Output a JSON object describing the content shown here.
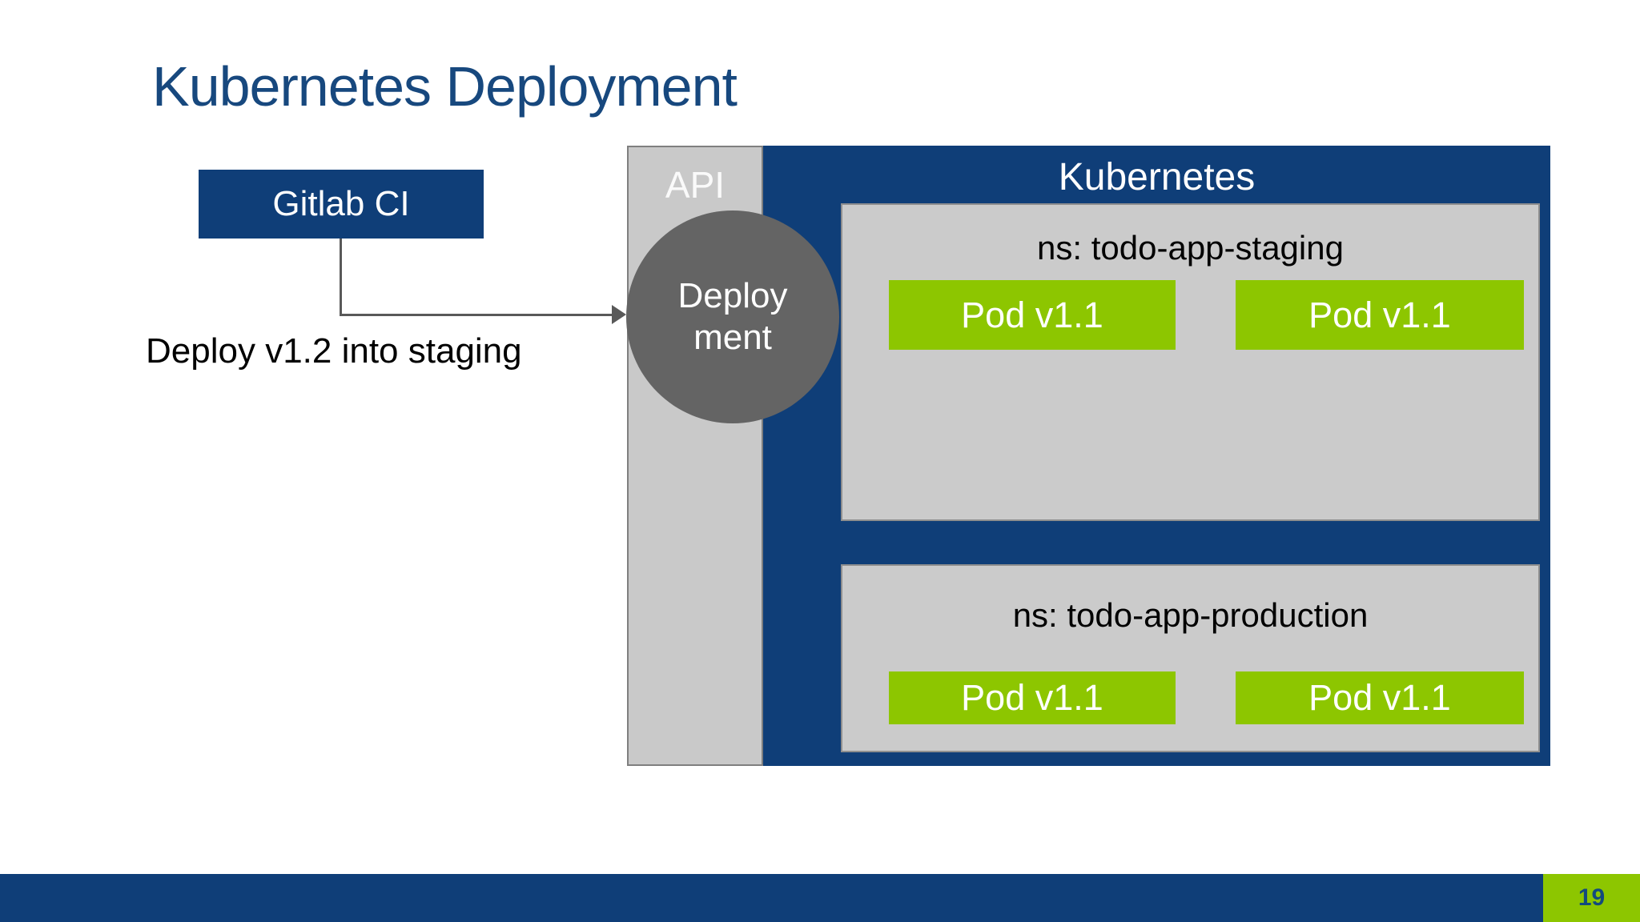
{
  "slide": {
    "title": "Kubernetes Deployment",
    "page_number": "19"
  },
  "diagram": {
    "gitlab_box": {
      "label": "Gitlab CI"
    },
    "deploy_note": "Deploy v1.2 into staging",
    "api_column": {
      "label": "API"
    },
    "deployment_circle": {
      "line1": "Deploy",
      "line2": "ment"
    },
    "kubernetes": {
      "label": "Kubernetes",
      "namespaces": [
        {
          "name": "ns: todo-app-staging",
          "pods": [
            "Pod v1.1",
            "Pod v1.1"
          ]
        },
        {
          "name": "ns: todo-app-production",
          "pods": [
            "Pod v1.1",
            "Pod v1.1"
          ]
        }
      ]
    }
  },
  "colors": {
    "accent_blue": "#0f3e78",
    "title_blue": "#17487e",
    "pod_green": "#8dc600",
    "namespace_gray": "#cbcbcb",
    "api_gray": "#c9c9c9",
    "circle_gray": "#646464",
    "connector_gray": "#595959",
    "page_number_text": "#134a7e"
  }
}
